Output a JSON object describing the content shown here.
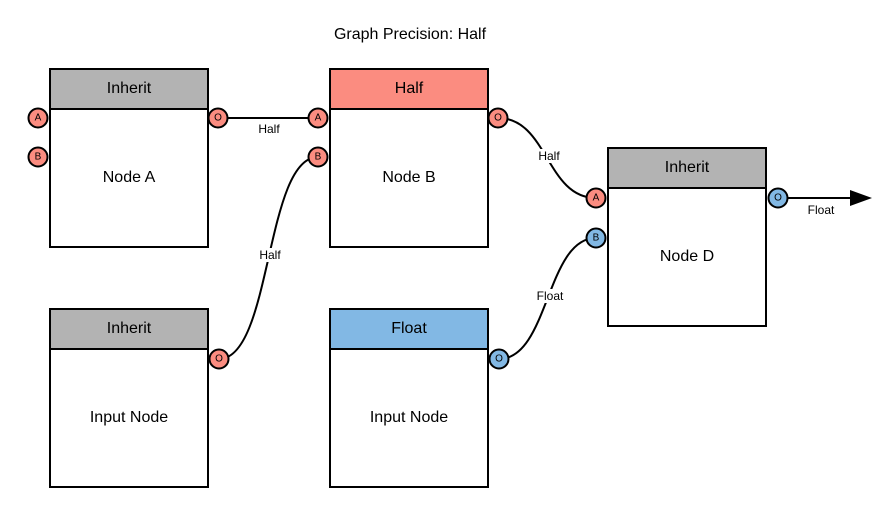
{
  "title": "Graph Precision: Half",
  "colors": {
    "header_gray": "#b3b3b3",
    "precision_half_red": "#fb8c80",
    "precision_float_blue": "#82b8e4",
    "stroke_black": "#000000",
    "background": "#ffffff"
  },
  "port_labels": {
    "a": "A",
    "b": "B",
    "o": "O"
  },
  "nodes": [
    {
      "id": "node-a",
      "header": "Inherit",
      "label": "Node A"
    },
    {
      "id": "node-b",
      "header": "Half",
      "label": "Node B"
    },
    {
      "id": "node-d",
      "header": "Inherit",
      "label": "Node D"
    },
    {
      "id": "input-left",
      "header": "Inherit",
      "label": "Input Node"
    },
    {
      "id": "input-mid",
      "header": "Float",
      "label": "Input Node"
    }
  ],
  "edges": [
    {
      "from": "node-a.O",
      "to": "node-b.A",
      "label": "Half"
    },
    {
      "from": "input-left.O",
      "to": "node-b.B",
      "label": "Half"
    },
    {
      "from": "node-b.O",
      "to": "node-d.A",
      "label": "Half"
    },
    {
      "from": "input-mid.O",
      "to": "node-d.B",
      "label": "Float"
    },
    {
      "from": "node-d.O",
      "to": "graph-output",
      "label": "Float"
    }
  ]
}
